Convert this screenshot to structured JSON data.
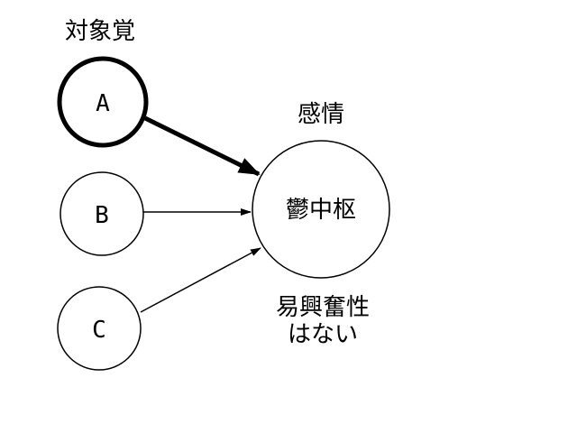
{
  "labels": {
    "target_label": "対象覚",
    "emotion_label": "感情",
    "depression_center": "鬱中枢",
    "note_line1": "易興奮性",
    "note_line2": "はない"
  },
  "nodes": {
    "a": "A",
    "b": "B",
    "c": "C"
  }
}
